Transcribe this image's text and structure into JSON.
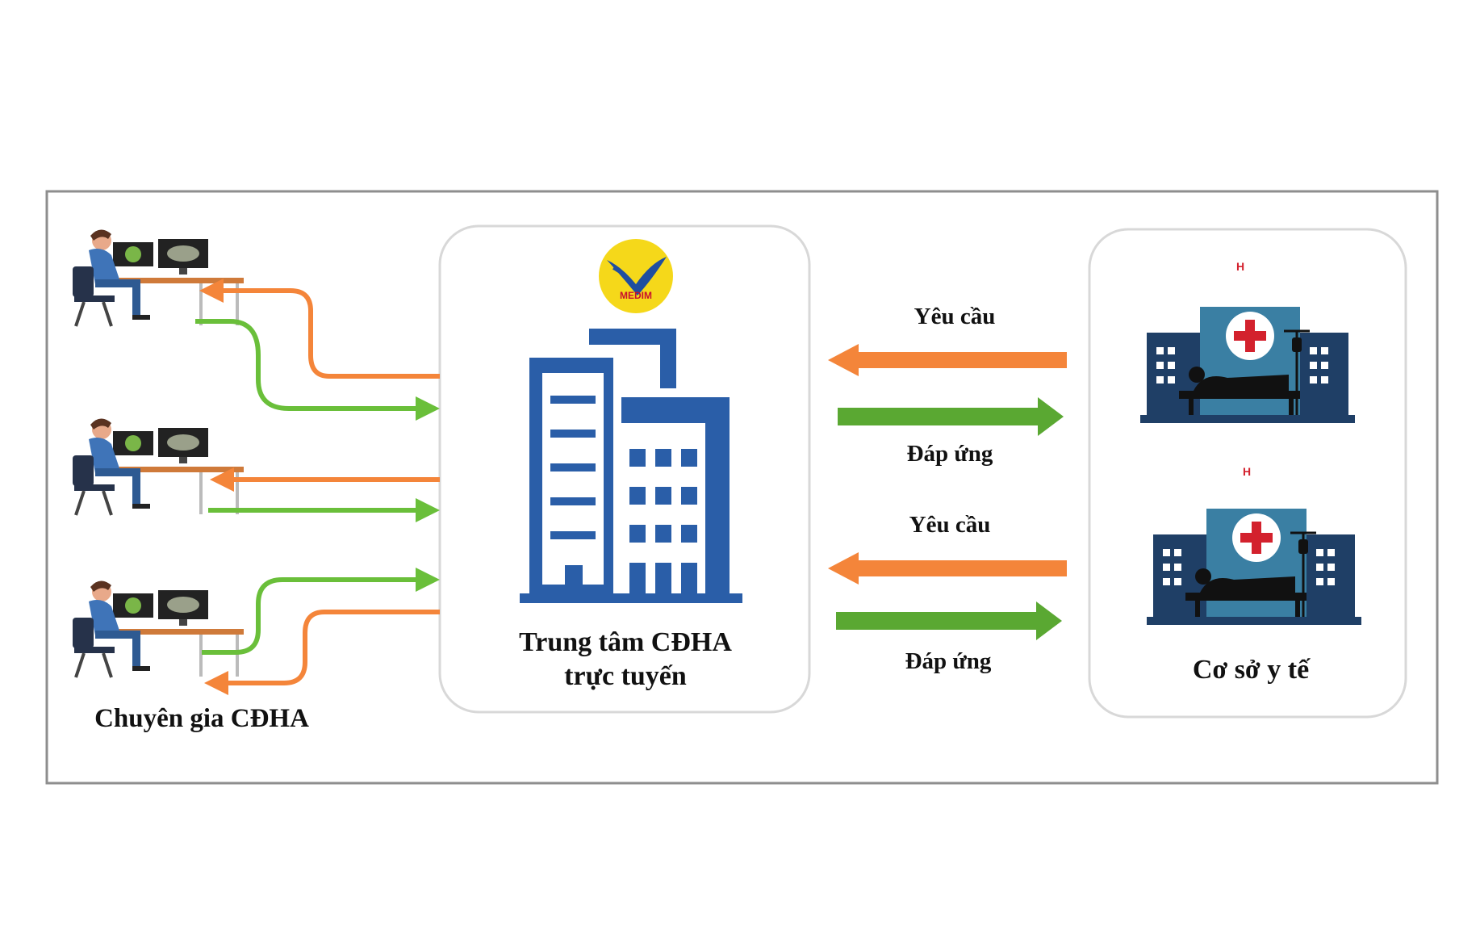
{
  "diagram": {
    "experts_label": "Chuyên gia CĐHA",
    "center_label_line1": "Trung tâm CĐHA",
    "center_label_line2": "trực tuyến",
    "hospital_label": "Cơ sở y tế",
    "logo_text": "MEDIM",
    "hospital_sign": "H",
    "request_label_1": "Yêu cầu",
    "response_label_1": "Đáp ứng",
    "request_label_2": "Yêu cầu",
    "response_label_2": "Đáp ứng"
  },
  "colors": {
    "request_arrow": "#f4853a",
    "response_arrow": "#6abf3a",
    "building_blue": "#2a5ea8",
    "hospital_navy": "#1f3f66",
    "hospital_teal": "#3a7fa3",
    "logo_yellow": "#f5d81a"
  },
  "icons": [
    "doctor-workstation-icon",
    "building-icon",
    "hospital-bed-icon",
    "medim-logo"
  ]
}
